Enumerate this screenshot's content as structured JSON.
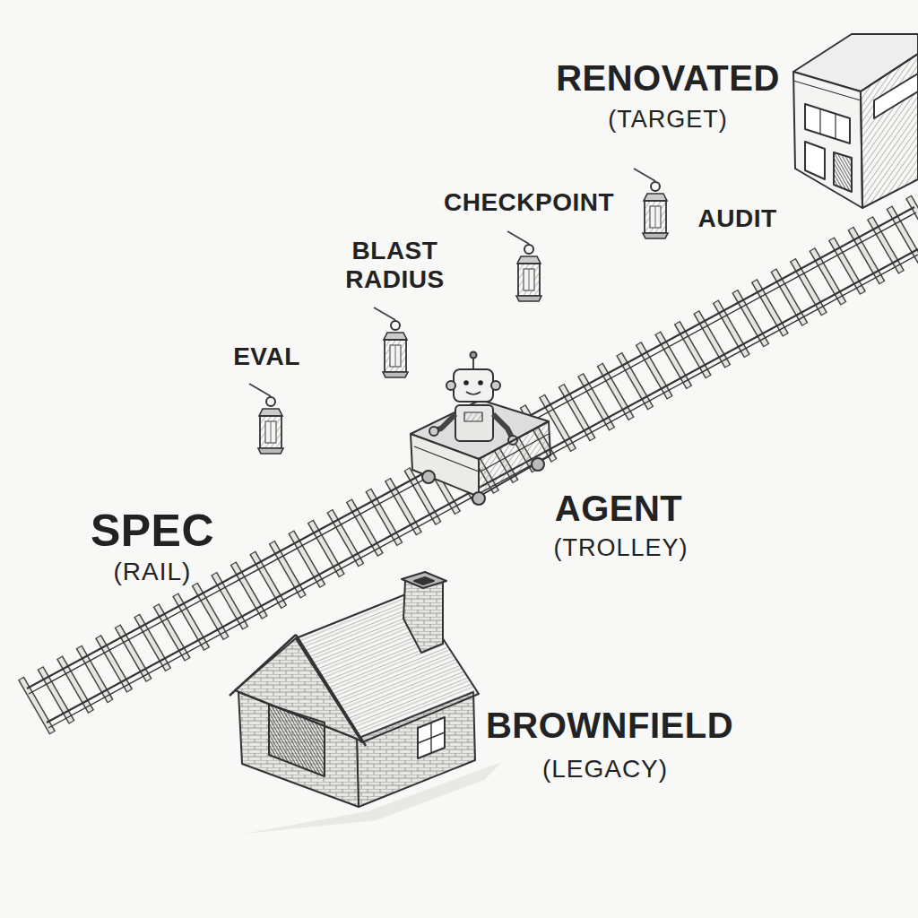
{
  "diagram": {
    "labels": [
      "RENOVATED",
      "(TARGET)",
      "CHECKPOINT",
      "AUDIT",
      "BLAST RADIUS",
      "EVAL",
      "SPEC",
      "(RAIL)",
      "AGENT",
      "(TROLLEY)",
      "BROWNFIELD",
      "(LEGACY)"
    ]
  }
}
